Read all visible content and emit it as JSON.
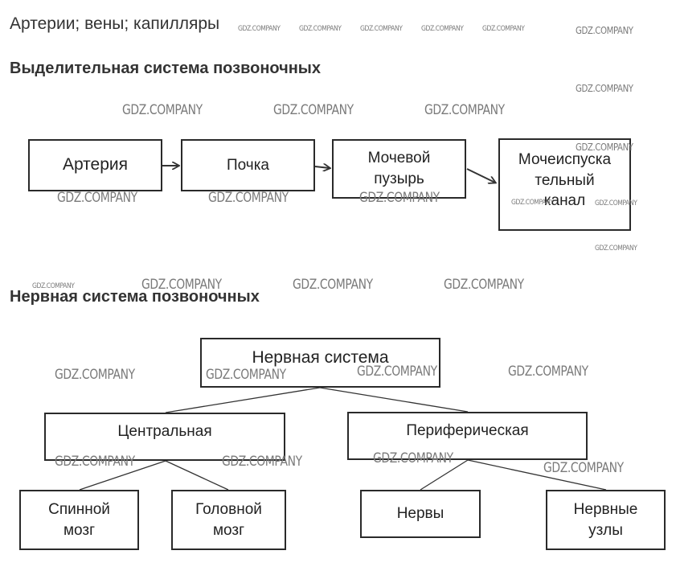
{
  "intro_line": "Артерии; вены; капилляры",
  "excretory": {
    "heading": "Выделительная система позвоночных",
    "steps": [
      "Артерия",
      "Почка",
      "Мочевой\nпузырь",
      "Мочеиспуска\nтельный\nканал"
    ]
  },
  "nervous": {
    "heading": "Нервная система позвоночных",
    "root": "Нервная система",
    "central": "Центральная",
    "peripheral": "Периферическая",
    "central_children": [
      "Спинной\nмозг",
      "Головной\nмозг"
    ],
    "peripheral_children": [
      "Нервы",
      "Нервные\nузлы"
    ]
  },
  "watermark": "GDZ.COMPANY"
}
